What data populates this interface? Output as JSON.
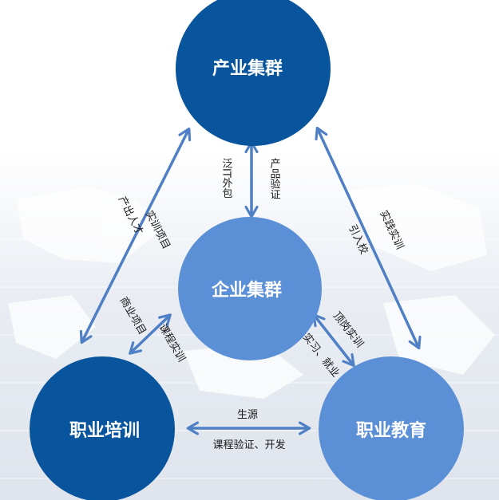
{
  "nodes": {
    "industry_cluster": "产业集群",
    "enterprise_cluster": "企业集群",
    "vocational_training": "职业培训",
    "vocational_education": "职业教育"
  },
  "links": {
    "industry_enterprise_left": "泛IT外包",
    "industry_enterprise_right": "产品验证",
    "industry_training_a": "产出人才",
    "industry_training_b": "实训项目",
    "industry_education_a": "实践实训",
    "industry_education_b": "引入校",
    "enterprise_training_a": "商业项目",
    "enterprise_training_b": "课程实训",
    "enterprise_education_a": "顶岗实训",
    "enterprise_education_b": "实习、就业",
    "training_education_top": "生源",
    "training_education_bottom": "课程验证、开发"
  },
  "colors": {
    "dark_blue": "#08549d",
    "light_blue": "#5b8fd6",
    "arrow": "#4f7fc4",
    "text": "#1a1a1a",
    "node_text": "#ffffff"
  }
}
